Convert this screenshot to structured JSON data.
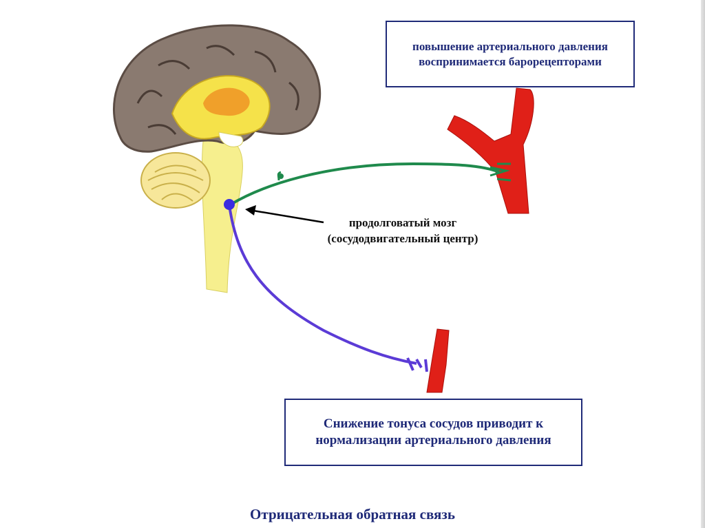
{
  "box_top": {
    "text": "повышение артериального давления воспринимается барорецепторами"
  },
  "box_bottom": {
    "text": "Снижение тонуса сосудов приводит к нормализации артериального давления"
  },
  "callout": {
    "line1": "продолговатый мозг",
    "line2": "(сосудодвигательный центр)"
  },
  "caption": "Отрицательная обратная связь",
  "colors": {
    "box_border": "#1f2a78",
    "sensory_nerve": "#1f8a4c",
    "motor_nerve": "#5b3bd6",
    "vessel": "#e02018",
    "brain_cortex": "#8a7a70",
    "brainstem": "#f6ef8e"
  }
}
